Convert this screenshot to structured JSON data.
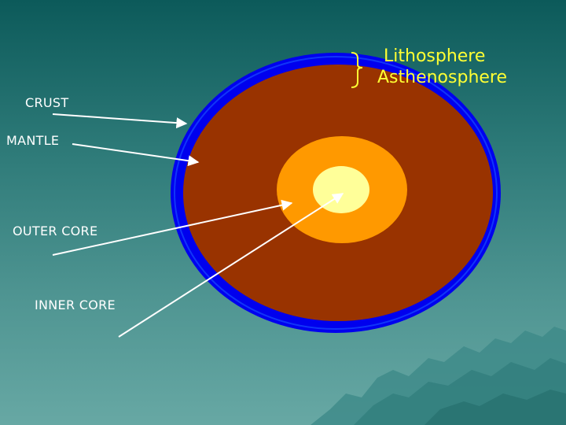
{
  "labels": {
    "crust": "CRUST",
    "mantle": "MANTLE",
    "outer_core": "OUTER CORE",
    "inner_core": "INNER CORE",
    "lithosphere": "Lithosphere",
    "asthenosphere": "Asthenosphere"
  },
  "colors": {
    "crust": "#0000ee",
    "mantle": "#993300",
    "outer_core": "#ff9900",
    "inner_core": "#ffff99",
    "label_text": "#ffffff",
    "callout_text": "#ffff33"
  }
}
